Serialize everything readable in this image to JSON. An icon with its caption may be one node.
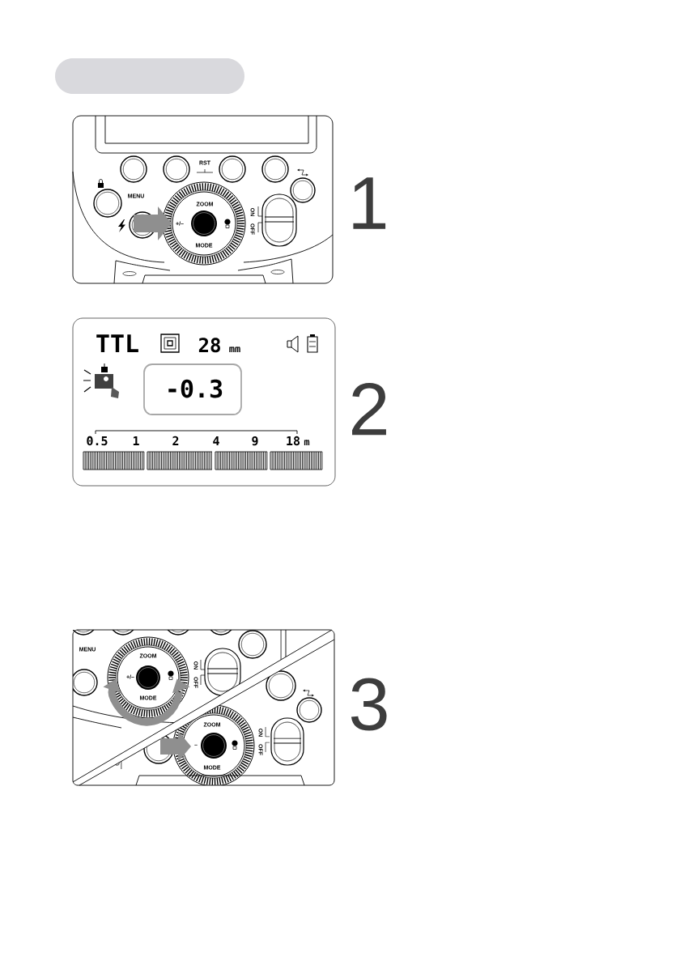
{
  "diagram": {
    "nodes": [
      {
        "text": [],
        "shape": "bar"
      }
    ],
    "labels": [
      "RST",
      "MENU",
      "ZOOM",
      "+/–",
      "MODE",
      "ON",
      "OFF",
      "1",
      "TTL",
      "28",
      "mm",
      "-0.3",
      "0.5",
      "1",
      "2",
      "4",
      "9",
      "18",
      "m",
      "2",
      "MENU",
      "ZOOM",
      "+/–",
      "MODE",
      "ON",
      "OFF",
      "ZOOM",
      "–",
      "MODE",
      "ON",
      "OFF",
      "3"
    ]
  }
}
